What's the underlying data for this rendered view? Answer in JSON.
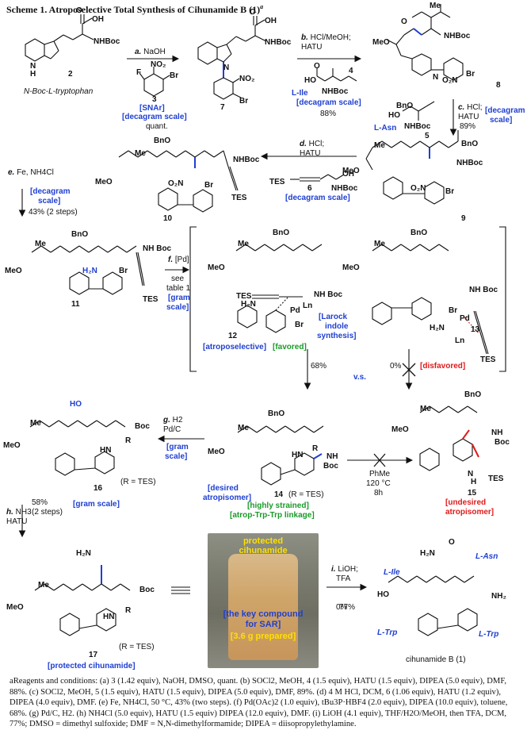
{
  "scheme": {
    "title_prefix": "Scheme 1. Atroposelective Total Synthesis of Cihunamide B (",
    "title_num": "1",
    "title_suffix": ")",
    "title_note": "a"
  },
  "compounds": {
    "c2": "2",
    "c2_name": "N-Boc-L-tryptophan",
    "c3": "3",
    "c4": "4",
    "c5": "5",
    "c6": "6",
    "c7": "7",
    "c8": "8",
    "c9": "9",
    "c10": "10",
    "c11": "11",
    "c12": "12",
    "c13": "13",
    "c14": "14",
    "c15": "15",
    "c16": "16",
    "c17": "17",
    "c1_name": "cihunamide B (1)"
  },
  "steps": {
    "a_label": "a.",
    "a_text": "NaOH",
    "a_snar": "[SNAr]",
    "a_scale": "[decagram scale]",
    "a_yield": "quant.",
    "b_label": "b.",
    "b_text1": "HCl/MeOH;",
    "b_text2": "HATU",
    "b_ile": "L-Ile",
    "b_scale": "[decagram scale]",
    "b_yield": "88%",
    "c_label": "c.",
    "c_text1": "HCl;",
    "c_text2": "HATU",
    "c_scale1": "[decagram",
    "c_scale2": "scale]",
    "c_yield": "89%",
    "c_asn": "L-Asn",
    "d_label": "d.",
    "d_text1": "HCl;",
    "d_text2": "HATU",
    "d_scale": "[decagram scale]",
    "e_label": "e.",
    "e_text": "Fe, NH4Cl",
    "e_scale1": "[decagram",
    "e_scale2": "scale]",
    "e_yield": "43% (2 steps)",
    "f_label": "f.",
    "f_text": "[Pd]",
    "f_see1": "see",
    "f_see2": "table 1",
    "f_scale1": "[gram",
    "f_scale2": "scale]",
    "g_label": "g.",
    "g_text1": "H2",
    "g_text2": "Pd/C",
    "g_scale1": "[gram",
    "g_scale2": "scale]",
    "h_label": "h.",
    "h_text1": "NH3",
    "h_text2": "HATU",
    "h_yield1": "58%",
    "h_yield2": "(2 steps)",
    "h_scale": "[gram scale]",
    "i_label": "i.",
    "i_text1": "LiOH;",
    "i_text2": "TFA",
    "i_yield": "77%"
  },
  "annotations": {
    "larock1": "[Larock",
    "larock2": "indole",
    "larock3": "synthesis]",
    "atropo": "[atroposelective]",
    "favored": "[favored]",
    "disfavored": "[disfavored]",
    "y68": "68%",
    "y0": "0%",
    "vs": "v.s.",
    "desired1": "[desired",
    "desired2": "atropisomer]",
    "strained": "[highly strained]",
    "linkage": "[atrop-Trp-Trp linkage]",
    "undesired1": "[undesired",
    "undesired2": "atropisomer]",
    "phme": "PhMe",
    "temp": "120 °C",
    "time": "8h",
    "rtes": "(R = TES)",
    "protected": "[protected cihunamide]",
    "photo1": "protected",
    "photo2": "cihunamide",
    "photo3": "[the key compound",
    "photo4": "for SAR]",
    "photo5": "[3.6 g prepared]",
    "l_ile": "L-Ile",
    "l_asn": "L-Asn",
    "l_trp1": "L-Trp",
    "l_trp2": "L-Trp"
  },
  "footnote": "aReagents and conditions: (a) 3 (1.42 equiv), NaOH, DMSO, quant. (b) SOCl2, MeOH, 4 (1.5 equiv), HATU (1.5 equiv), DIPEA (5.0 equiv), DMF, 88%. (c) SOCl2, MeOH, 5 (1.5 equiv), HATU (1.5 equiv), DIPEA (5.0 equiv), DMF, 89%. (d) 4 M HCl, DCM, 6 (1.06 equiv), HATU (1.2 equiv), DIPEA (4.0 equiv), DMF. (e) Fe, NH4Cl, 50 °C, 43% (two steps). (f) Pd(OAc)2 (1.0 equiv), tBu3P·HBF4 (2.0 equiv), DIPEA (10.0 equiv), toluene, 68%. (g) Pd/C, H2. (h) NH4Cl (5.0 equiv), HATU (1.5 equiv) DIPEA (12.0 equiv), DMF. (i) LiOH (4.1 equiv), THF/H2O/MeOH, then TFA, DCM, 77%; DMSO = dimethyl sulfoxide; DMF = N,N-dimethylformamide; DIPEA = diisopropylethylamine."
}
